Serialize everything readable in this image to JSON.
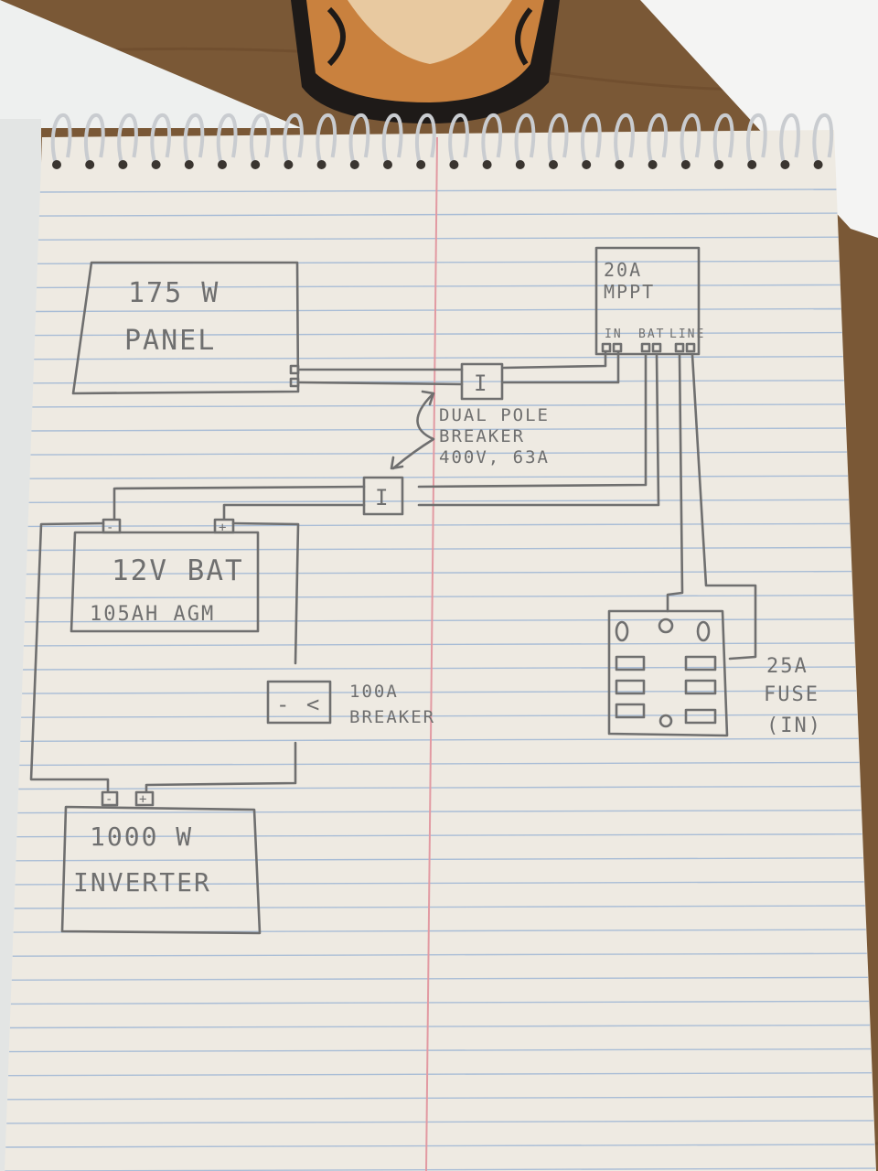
{
  "diagram": {
    "panel": {
      "line1": "175 W",
      "line2": "PANEL"
    },
    "mppt": {
      "line1": "20A",
      "line2": "MPPT",
      "port_in": "IN",
      "port_bat": "BAT",
      "port_line": "LINE"
    },
    "dual_breaker_label": {
      "line1": "DUAL POLE",
      "line2": "BREAKER",
      "line3": "400V, 63A"
    },
    "battery": {
      "line1": "12V BAT",
      "line2": "105AH AGM",
      "terminal_neg": "-",
      "terminal_pos": "+"
    },
    "main_breaker": {
      "symbol": "- <",
      "line1": "100A",
      "line2": "BREAKER"
    },
    "inverter": {
      "line1": "1000 W",
      "line2": "INVERTER",
      "terminal_neg": "-",
      "terminal_pos": "+"
    },
    "fuse": {
      "line1": "25A",
      "line2": "FUSE",
      "line3": "(IN)"
    },
    "breaker_symbol": "I"
  },
  "colors": {
    "wood": "#7a5836",
    "paper": "#eeeae2",
    "ruled_line": "#a9bdd6",
    "margin_line": "#e29aa2",
    "pencil": "#6f6f6f",
    "spiral": "#c9ccd0"
  }
}
